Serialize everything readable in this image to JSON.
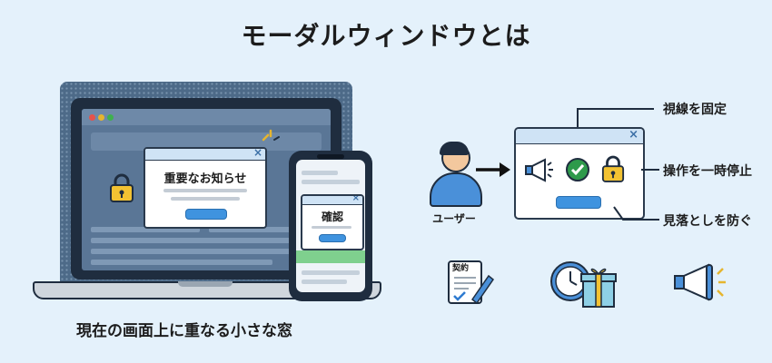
{
  "title": "モーダルウィンドウとは",
  "caption": "現在の画面上に重なる小さな窓",
  "laptop_modal": {
    "title": "重要なお知らせ",
    "close": "×"
  },
  "phone_modal": {
    "title": "確認",
    "close": "×"
  },
  "user": {
    "label": "ユーザー"
  },
  "diagram_modal": {
    "close": "×"
  },
  "callouts": {
    "focus": "視線を固定",
    "pause": "操作を一時停止",
    "prevent": "見落としを防ぐ"
  },
  "bottom_icons": {
    "contract_label": "契約"
  },
  "colors": {
    "background": "#e4f1fb",
    "accent_blue": "#3f93df",
    "lock_yellow": "#f2c232",
    "check_green": "#2e9a4b",
    "phone_banner": "#7fd08e"
  }
}
